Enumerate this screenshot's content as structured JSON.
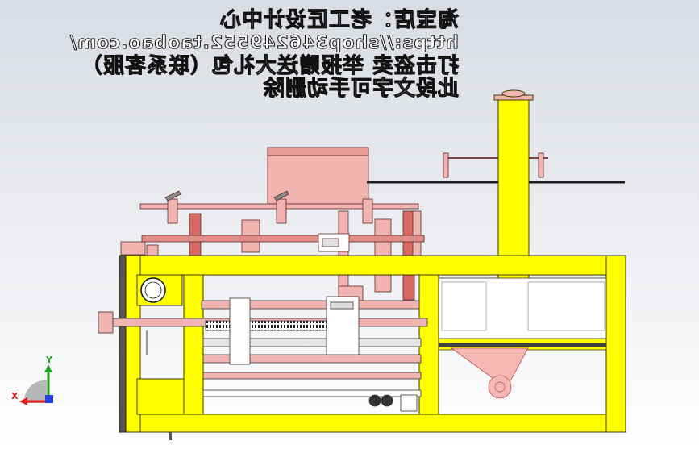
{
  "watermark": {
    "line1": "淘宝店：老工匠设计中心",
    "line2": "https://shop346249552.taobao.com/",
    "line3": "打击盗卖 举报赠送大礼包（联系客服）",
    "line4": "此段文字可手动删除"
  },
  "triad": {
    "x_label": "X",
    "y_label": "Y"
  },
  "colors": {
    "frame_yellow": "#ffff00",
    "part_pink": "#f2b4b0",
    "part_red": "#d86a66",
    "x_axis": "#e02020",
    "y_axis": "#20a020",
    "z_axis": "#2040e0"
  }
}
